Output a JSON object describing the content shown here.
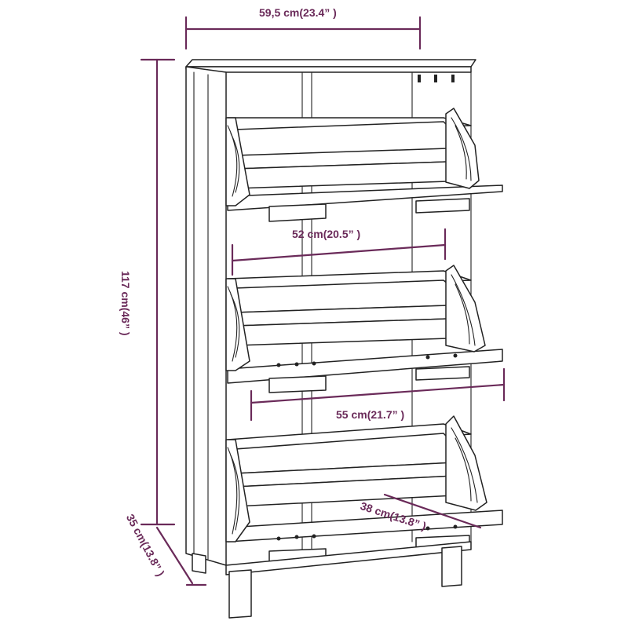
{
  "dimensions": {
    "width_top": "59,5 cm(23.4” )",
    "inner_width": "52 cm(20.5” )",
    "flap_width": "55 cm(21.7” )",
    "flap_depth": "38 cm(13.8” )",
    "height": "117 cm(46” )",
    "depth": "35 cm(13.8” )"
  },
  "colors": {
    "dimension": "#6a2a59",
    "line": "#222222"
  }
}
